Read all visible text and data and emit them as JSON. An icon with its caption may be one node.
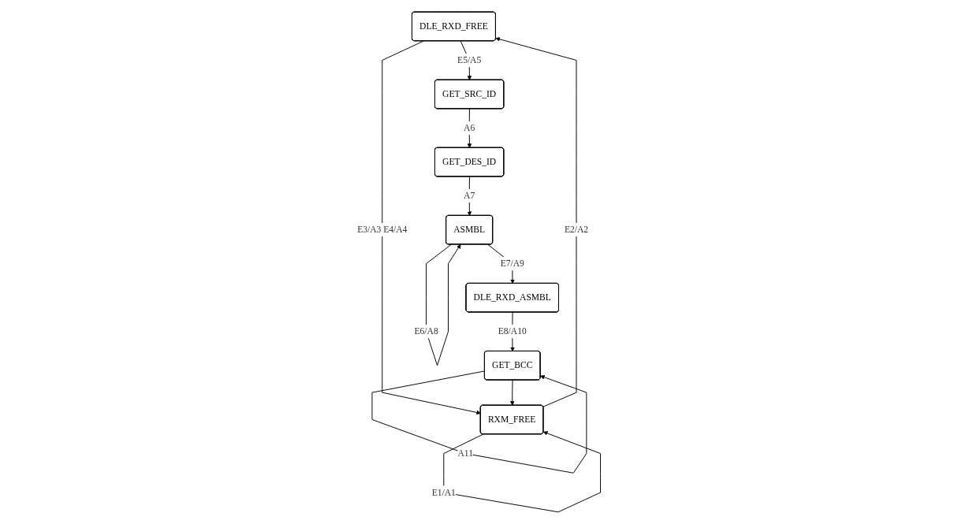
{
  "diagram": {
    "nodes": [
      {
        "text": [
          "DLE_RXD_FREE"
        ]
      },
      {
        "text": [
          "GET_SRC_ID"
        ]
      },
      {
        "text": [
          "RXM_FREE"
        ]
      },
      {
        "text": [
          "GET_DES_ID"
        ]
      },
      {
        "text": [
          "ASMBL"
        ]
      },
      {
        "text": [
          "GET_BCC"
        ]
      },
      {
        "text": [
          "DLE_RXD_ASMBL"
        ]
      }
    ],
    "edges": [
      {
        "from": 2,
        "to": 2,
        "arrow": "to",
        "label": "E1/A1"
      },
      {
        "from": 2,
        "to": 0,
        "arrow": "to",
        "label": "E2/A2"
      },
      {
        "from": 0,
        "to": 2,
        "arrow": "to",
        "label": "E3/A3 E4/A4"
      },
      {
        "from": 0,
        "to": 1,
        "arrow": "to",
        "label": "E5/A5"
      },
      {
        "from": 1,
        "to": 3,
        "arrow": "to",
        "label": "A6"
      },
      {
        "from": 3,
        "to": 4,
        "arrow": "to",
        "label": "A7"
      },
      {
        "from": 4,
        "to": 4,
        "arrow": "to",
        "label": "E6/A8"
      },
      {
        "from": 4,
        "to": 6,
        "arrow": "to",
        "label": "E7/A9"
      },
      {
        "from": 6,
        "to": 5,
        "arrow": "to",
        "label": "E8/A10"
      },
      {
        "from": 5,
        "to": 5,
        "arrow": "to",
        "label": "A11"
      },
      {
        "from": 5,
        "to": 2,
        "arrow": "to"
      }
    ]
  }
}
